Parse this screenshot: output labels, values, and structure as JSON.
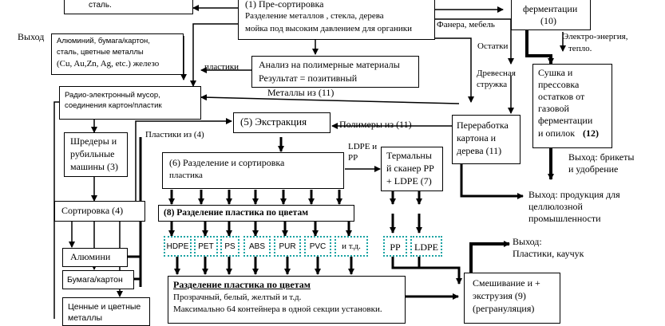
{
  "nodes": {
    "metal_top": "сталь.",
    "presort_title": "(1) Пре-сортировка",
    "presort_line1": "Разделение металлов , стекла, дерева",
    "presort_line2": "мойка под высоким давлением для органики",
    "ferment_title": "ферментации",
    "ferment_num": "(10)",
    "output_left": "Выход",
    "output_metals_line1": "Алюминий, бумага/картон,",
    "output_metals_line2": "сталь, цветные металлы",
    "output_metals_line3": "(Cu, Au,Zn, Ag, etc.) железо",
    "label_plastics": "пластики",
    "analysis_line1": "Анализ на полимерные материалы",
    "analysis_line2": "Результат = позитивный",
    "label_plywood": "Фанера, мебель",
    "label_residues": "Остатки",
    "label_energy": "Электро-энергия,",
    "label_heat": "тепло.",
    "electronic_line1": "Радио-электронный мусор,",
    "electronic_line2": "соединения картон/пластик",
    "label_metals_from": "Металлы из (11)",
    "label_wood_chips1": "Древесная",
    "label_wood_chips2": "стружка",
    "dry_line1": "Сушка и",
    "dry_line2": "прессовка",
    "dry_line3": "остатков от",
    "dry_line4": "газовой",
    "dry_line5": "ферментации",
    "dry_line6": "и опилок",
    "dry_num": "(12)",
    "extraction": "(5) Экстракция",
    "label_polymers_from": "Полимеры из (11)",
    "label_plastics_from4": "Пластики из (4)",
    "shredders_line1": "Шредеры и",
    "shredders_line2": "рубильные",
    "shredders_line3": "машины  (3)",
    "cardboard_line1": "Переработка",
    "cardboard_line2": "картона и",
    "cardboard_line3": "дерева  (11)",
    "label_ldpe_pp1": "LDPE и",
    "label_ldpe_pp2": "PP",
    "thermal_line1": "Термальны",
    "thermal_line2": "й сканер PP",
    "thermal_line3": "+ LDPE (7)",
    "separation6_line1": "(6)  Разделение и сортировка",
    "separation6_line2": "пластика",
    "output_briquettes1": "Выход:  брикеты",
    "output_briquettes2": "и удобрение",
    "sorting4": "Сортировка (4)",
    "color_sep8": "(8)  Разделение пластика по цветам",
    "output_pulp1": "Выход: продукция  для",
    "output_pulp2": "целлюлозной",
    "output_pulp3": "промышленности",
    "output_plastics1": "Выход:",
    "output_plastics2": "Пластики, каучук",
    "aluminium": "Алюмини",
    "paper_cardboard": "Бумага/картон",
    "nonferrous_line1": "Ценные и цветные",
    "nonferrous_line2": "металлы",
    "color_bottom_title": "Разделение пластика по цветам",
    "color_bottom_line2": "Прозрачный, белый, желтый и т.д.",
    "color_bottom_line3": "Максимально 64 контейнера в одной секции установки.",
    "mixing_line1": "Смешивание и  +",
    "mixing_line2": "экструзия  (9)",
    "mixing_line3": "(регрануляция)"
  },
  "plastic_types": [
    "HDPE",
    "PET",
    "PS",
    "ABS",
    "PUR",
    "PVC",
    "и т.д."
  ],
  "plastic_types_right": [
    "PP",
    "LDPE"
  ]
}
